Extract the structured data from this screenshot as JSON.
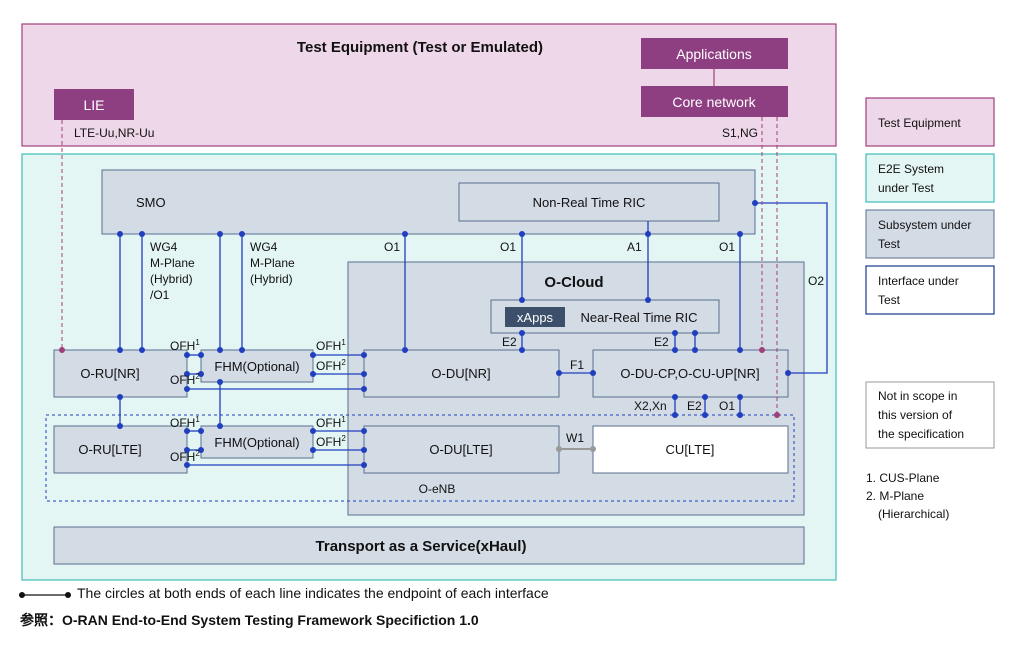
{
  "test_equipment": {
    "title": "Test Equipment (Test or Emulated)",
    "applications": "Applications",
    "core_network": "Core network",
    "lie": "LIE",
    "lie_iface": "LTE-Uu,NR-Uu",
    "core_iface": "S1,NG"
  },
  "smo": {
    "label": "SMO",
    "non_rt_ric": "Non-Real Time RIC"
  },
  "wg4_left": [
    "WG4",
    "M-Plane",
    "(Hybrid)",
    "/O1"
  ],
  "wg4_right": [
    "WG4",
    "M-Plane",
    "(Hybrid)"
  ],
  "interfaces": {
    "o1": "O1",
    "a1": "A1",
    "o2": "O2",
    "e2": "E2",
    "f1": "F1",
    "w1": "W1",
    "x2xn": "X2,Xn",
    "ofh1": "OFH",
    "ofh2": "OFH",
    "sup1": "1",
    "sup2": "2"
  },
  "ocloud": {
    "label": "O-Cloud",
    "xapps": "xApps",
    "near_rt_ric": "Near-Real Time RIC"
  },
  "nodes": {
    "oru_nr": "O-RU[NR]",
    "fhm_1": "FHM(Optional)",
    "odu_nr": "O-DU[NR]",
    "odu_cp_up": "O-DU-CP,O-CU-UP[NR]",
    "oru_lte": "O-RU[LTE]",
    "fhm_2": "FHM(Optional)",
    "odu_lte": "O-DU[LTE]",
    "cu_lte": "CU[LTE]",
    "oenb": "O-eNB"
  },
  "transport": "Transport as a Service(xHaul)",
  "legend": {
    "test_equipment": "Test Equipment",
    "e2e": [
      "E2E System",
      "under Test"
    ],
    "subsystem": [
      "Subsystem under",
      "Test"
    ],
    "interface": [
      "Interface under",
      "Test"
    ],
    "not_in_scope": [
      "Not in scope in",
      "this version of",
      "the specification"
    ],
    "notes": [
      "1. CUS-Plane",
      "2. M-Plane",
      "(Hierarchical)"
    ]
  },
  "colors": {
    "test_fill": "#efd7ea",
    "test_border": "#a0407a",
    "e2e_fill": "#e3f6f4",
    "e2e_border": "#3fbfb8",
    "sub_fill": "#d3dbe5",
    "sub_border": "#5a6f8e",
    "purple_btn": "#8e3f82",
    "xapps": "#3c4f6b",
    "line": "#1f3fbf",
    "iface_border": "#1a3a8c"
  },
  "footer": {
    "endpoint_note": "The circles at both ends of each line indicates the endpoint of each interface",
    "reference": "参照：O-RAN End-to-End System Testing Framework Specifiction 1.0"
  }
}
